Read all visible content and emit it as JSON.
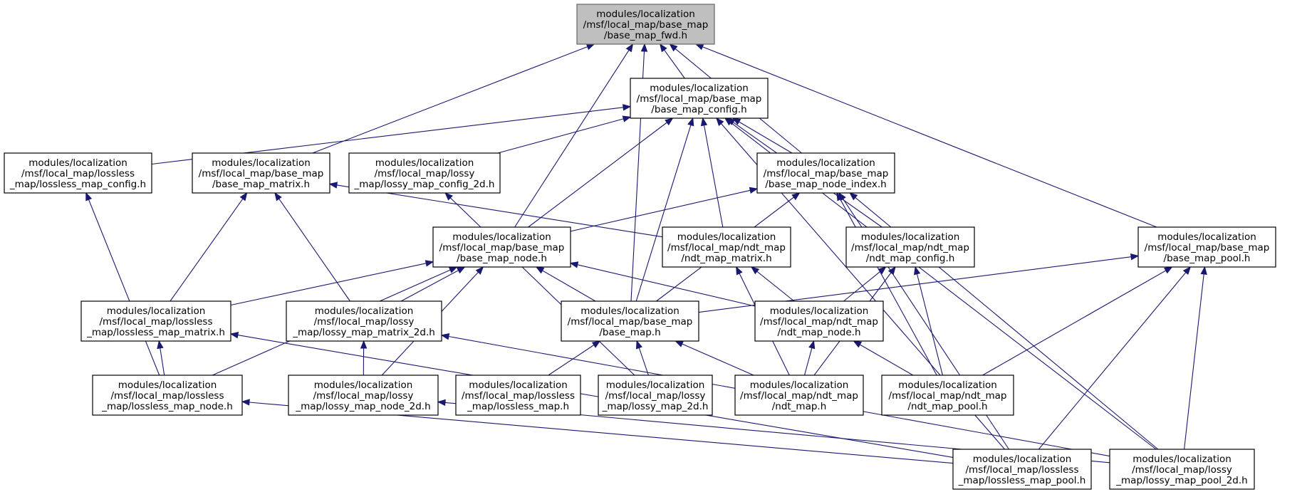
{
  "diagram": {
    "colors": {
      "edge": "#191970",
      "highlight_fill": "#bfbfbf",
      "node_fill": "#ffffff"
    },
    "nodes": [
      {
        "id": "base_map_fwd",
        "lines": [
          "modules/localization",
          "/msf/local_map/base_map",
          "/base_map_fwd.h"
        ]
      },
      {
        "id": "base_map_config",
        "lines": [
          "modules/localization",
          "/msf/local_map/base_map",
          "/base_map_config.h"
        ]
      },
      {
        "id": "lossless_map_config",
        "lines": [
          "modules/localization",
          "/msf/local_map/lossless",
          "_map/lossless_map_config.h"
        ]
      },
      {
        "id": "base_map_matrix",
        "lines": [
          "modules/localization",
          "/msf/local_map/base_map",
          "/base_map_matrix.h"
        ]
      },
      {
        "id": "lossy_map_config_2d",
        "lines": [
          "modules/localization",
          "/msf/local_map/lossy",
          "_map/lossy_map_config_2d.h"
        ]
      },
      {
        "id": "base_map_node_index",
        "lines": [
          "modules/localization",
          "/msf/local_map/base_map",
          "/base_map_node_index.h"
        ]
      },
      {
        "id": "base_map_node",
        "lines": [
          "modules/localization",
          "/msf/local_map/base_map",
          "/base_map_node.h"
        ]
      },
      {
        "id": "ndt_map_matrix",
        "lines": [
          "modules/localization",
          "/msf/local_map/ndt_map",
          "/ndt_map_matrix.h"
        ]
      },
      {
        "id": "ndt_map_config",
        "lines": [
          "modules/localization",
          "/msf/local_map/ndt_map",
          "/ndt_map_config.h"
        ]
      },
      {
        "id": "base_map_pool",
        "lines": [
          "modules/localization",
          "/msf/local_map/base_map",
          "/base_map_pool.h"
        ]
      },
      {
        "id": "lossless_map_matrix",
        "lines": [
          "modules/localization",
          "/msf/local_map/lossless",
          "_map/lossless_map_matrix.h"
        ]
      },
      {
        "id": "lossy_map_matrix_2d",
        "lines": [
          "modules/localization",
          "/msf/local_map/lossy",
          "_map/lossy_map_matrix_2d.h"
        ]
      },
      {
        "id": "base_map",
        "lines": [
          "modules/localization",
          "/msf/local_map/base_map",
          "/base_map.h"
        ]
      },
      {
        "id": "ndt_map_node",
        "lines": [
          "modules/localization",
          "/msf/local_map/ndt_map",
          "/ndt_map_node.h"
        ]
      },
      {
        "id": "lossless_map_node",
        "lines": [
          "modules/localization",
          "/msf/local_map/lossless",
          "_map/lossless_map_node.h"
        ]
      },
      {
        "id": "lossy_map_node_2d",
        "lines": [
          "modules/localization",
          "/msf/local_map/lossy",
          "_map/lossy_map_node_2d.h"
        ]
      },
      {
        "id": "lossless_map",
        "lines": [
          "modules/localization",
          "/msf/local_map/lossless",
          "_map/lossless_map.h"
        ]
      },
      {
        "id": "lossy_map_2d",
        "lines": [
          "modules/localization",
          "/msf/local_map/lossy",
          "_map/lossy_map_2d.h"
        ]
      },
      {
        "id": "ndt_map",
        "lines": [
          "modules/localization",
          "/msf/local_map/ndt_map",
          "/ndt_map.h"
        ]
      },
      {
        "id": "ndt_map_pool",
        "lines": [
          "modules/localization",
          "/msf/local_map/ndt_map",
          "/ndt_map_pool.h"
        ]
      },
      {
        "id": "lossless_map_pool",
        "lines": [
          "modules/localization",
          "/msf/local_map/lossless",
          "_map/lossless_map_pool.h"
        ]
      },
      {
        "id": "lossy_map_pool_2d",
        "lines": [
          "modules/localization",
          "/msf/local_map/lossy",
          "_map/lossy_map_pool_2d.h"
        ]
      }
    ],
    "edges": [
      [
        "base_map_config",
        "base_map_fwd"
      ],
      [
        "base_map_matrix",
        "base_map_fwd"
      ],
      [
        "base_map_node_index",
        "base_map_fwd"
      ],
      [
        "base_map_node",
        "base_map_fwd"
      ],
      [
        "base_map",
        "base_map_fwd"
      ],
      [
        "base_map_pool",
        "base_map_fwd"
      ],
      [
        "lossless_map_config",
        "base_map_config"
      ],
      [
        "lossy_map_config_2d",
        "base_map_config"
      ],
      [
        "base_map_node_index",
        "base_map_config"
      ],
      [
        "base_map_node",
        "base_map_config"
      ],
      [
        "ndt_map_matrix",
        "base_map_config"
      ],
      [
        "ndt_map_config",
        "base_map_config"
      ],
      [
        "base_map",
        "base_map_config"
      ],
      [
        "lossless_map_pool",
        "base_map_config"
      ],
      [
        "lossy_map_pool_2d",
        "base_map_config"
      ],
      [
        "lossless_map_node",
        "lossless_map_config"
      ],
      [
        "lossless_map_matrix",
        "base_map_matrix"
      ],
      [
        "lossy_map_matrix_2d",
        "base_map_matrix"
      ],
      [
        "ndt_map_matrix",
        "base_map_matrix"
      ],
      [
        "lossy_map_2d",
        "lossy_map_config_2d"
      ],
      [
        "base_map_node",
        "base_map_node_index"
      ],
      [
        "base_map",
        "base_map_node_index"
      ],
      [
        "ndt_map_pool",
        "base_map_node_index"
      ],
      [
        "lossless_map_pool",
        "base_map_node_index"
      ],
      [
        "lossy_map_pool_2d",
        "base_map_node_index"
      ],
      [
        "lossless_map_matrix",
        "base_map_node"
      ],
      [
        "lossy_map_matrix_2d",
        "base_map_node"
      ],
      [
        "base_map",
        "base_map_node"
      ],
      [
        "ndt_map_node",
        "base_map_node"
      ],
      [
        "lossless_map_node",
        "base_map_node"
      ],
      [
        "lossy_map_node_2d",
        "base_map_node"
      ],
      [
        "ndt_map_node",
        "ndt_map_matrix"
      ],
      [
        "ndt_map",
        "ndt_map_matrix"
      ],
      [
        "ndt_map_node",
        "ndt_map_config"
      ],
      [
        "ndt_map",
        "ndt_map_config"
      ],
      [
        "ndt_map_pool",
        "ndt_map_config"
      ],
      [
        "base_map",
        "base_map_pool"
      ],
      [
        "ndt_map_pool",
        "base_map_pool"
      ],
      [
        "lossless_map_pool",
        "base_map_pool"
      ],
      [
        "lossy_map_pool_2d",
        "base_map_pool"
      ],
      [
        "lossless_map_node",
        "lossless_map_matrix"
      ],
      [
        "lossless_map_pool",
        "lossless_map_matrix"
      ],
      [
        "lossy_map_node_2d",
        "lossy_map_matrix_2d"
      ],
      [
        "lossy_map_pool_2d",
        "lossy_map_matrix_2d"
      ],
      [
        "lossless_map",
        "base_map"
      ],
      [
        "lossy_map_2d",
        "base_map"
      ],
      [
        "ndt_map",
        "base_map"
      ],
      [
        "ndt_map",
        "ndt_map_node"
      ],
      [
        "ndt_map_pool",
        "ndt_map_node"
      ],
      [
        "lossless_map_pool",
        "lossless_map_node"
      ],
      [
        "lossy_map_pool_2d",
        "lossy_map_node_2d"
      ]
    ]
  }
}
